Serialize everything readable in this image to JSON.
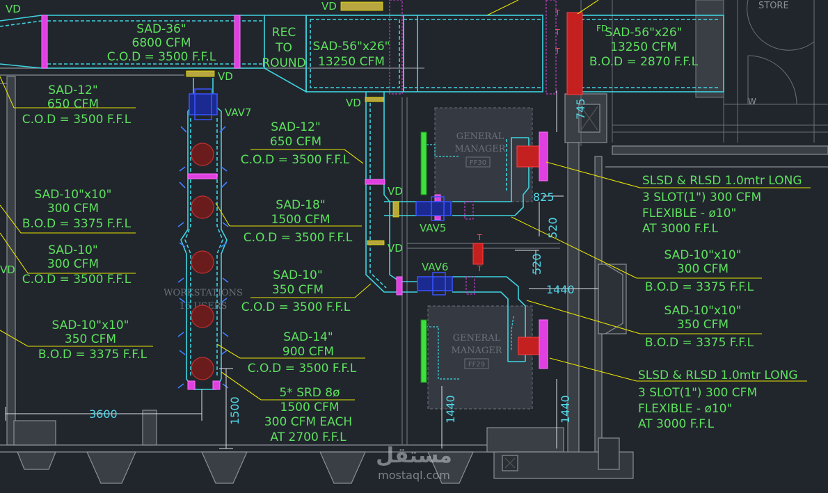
{
  "ducts": {
    "main_supply": [
      "SAD-36\"",
      "6800 CFM",
      "C.O.D = 3500 F.F.L"
    ],
    "transition": [
      "REC",
      "TO",
      "ROUND"
    ],
    "main_56": [
      "SAD-56\"x26\"",
      "13250 CFM"
    ],
    "right_56": [
      "SAD-56\"x26\"",
      "13250 CFM",
      "B.O.D = 2870 F.F.L"
    ]
  },
  "labels": {
    "l_sad12_top": [
      "SAD-12\"",
      "650 CFM",
      "C.O.D = 3500 F.F.L"
    ],
    "l_sad10x10_a": [
      "SAD-10\"x10\"",
      "300 CFM",
      "B.O.D = 3375 F.F.L"
    ],
    "l_sad10_a": [
      "SAD-10\"",
      "300 CFM",
      "C.O.D = 3500 F.F.L"
    ],
    "l_sad10x10_b": [
      "SAD-10\"x10\"",
      "350 CFM",
      "B.O.D = 3375 F.F.L"
    ],
    "m_sad12": [
      "SAD-12\"",
      "650 CFM",
      "C.O.D = 3500 F.F.L"
    ],
    "m_sad18": [
      "SAD-18\"",
      "1500 CFM",
      "C.O.D = 3500 F.F.L"
    ],
    "m_sad10": [
      "SAD-10\"",
      "350 CFM",
      "C.O.D = 3500 F.F.L"
    ],
    "m_sad14": [
      "SAD-14\"",
      "900 CFM",
      "C.O.D = 3500 F.F.L"
    ],
    "m_srd": [
      "5* SRD 8ø",
      "1500 CFM",
      "300 CFM EACH",
      "AT 2700 F.F.L"
    ],
    "r_slsd_a": [
      "SLSD & RLSD 1.0mtr LONG",
      "3 SLOT(1\") 300 CFM",
      "FLEXIBLE - ø10\"",
      "AT 3000 F.F.L"
    ],
    "r_sad10x10_a": [
      "SAD-10\"x10\"",
      "300 CFM",
      "B.O.D = 3375 F.F.L"
    ],
    "r_sad10x10_b": [
      "SAD-10\"x10\"",
      "350 CFM",
      "B.O.D = 3375 F.F.L"
    ],
    "r_slsd_b": [
      "SLSD & RLSD 1.0mtr LONG",
      "3 SLOT(1\") 300 CFM",
      "FLEXIBLE - ø10\"",
      "AT 3000 F.F.L"
    ]
  },
  "tags": {
    "vd": "VD",
    "vav7": "VAV7",
    "vav5": "VAV5",
    "vav6": "VAV6",
    "fd": "FD",
    "w": "W",
    "t": "T"
  },
  "dimensions": {
    "d745": "745",
    "d825": "825",
    "d520a": "520",
    "d520b": "520",
    "d1440h": "1440",
    "d3600": "3600",
    "d1500": "1500",
    "d1440a": "1440",
    "d1440b": "1440"
  },
  "rooms": {
    "gm_top": [
      "GENERAL",
      "MANAGER"
    ],
    "gm_top_code": "FF30",
    "gm_bot": [
      "GENERAL",
      "MANAGER"
    ],
    "gm_bot_code": "FF29",
    "workstations": [
      "WORKSTATIONS",
      "16 USERS"
    ],
    "store": "STORE"
  },
  "watermark": {
    "arabic": "مستقل",
    "latin": "mostaql.com"
  },
  "colors": {
    "background": "#21262d",
    "duct": "#3fd4e0",
    "label": "#5ee05e",
    "leader": "#e8e400",
    "damper": "#e040e0",
    "vav": "#2a3cff",
    "fire_damper": "#e02020",
    "wall": "#8a8f96"
  }
}
